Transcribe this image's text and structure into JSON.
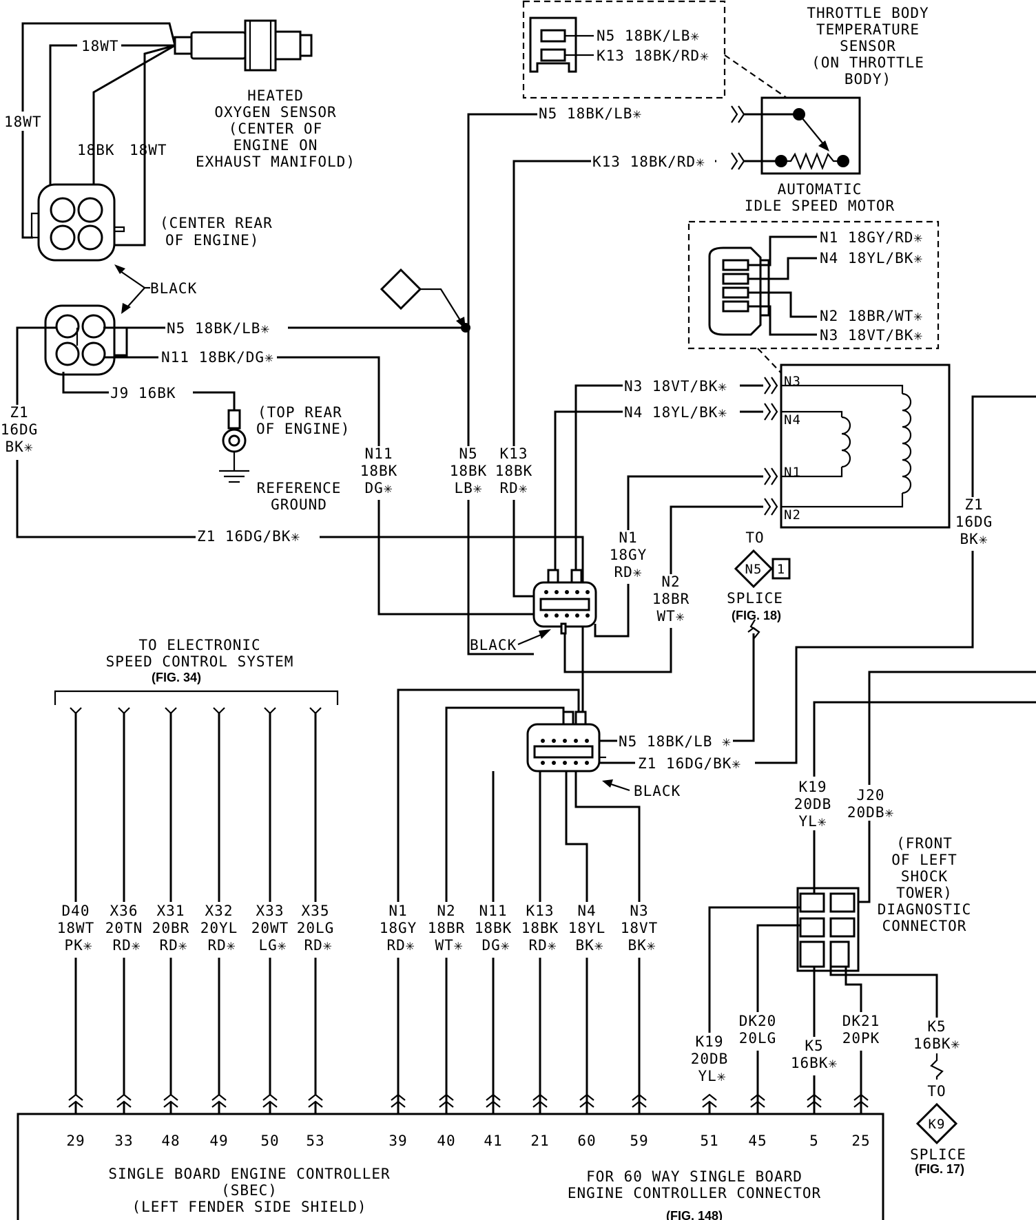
{
  "components": {
    "o2_sensor": {
      "lines": [
        "HEATED",
        "OXYGEN SENSOR",
        "(CENTER OF",
        "ENGINE ON",
        "EXHAUST MANIFOLD)"
      ]
    },
    "o2_conn_location": {
      "lines": [
        "(CENTER REAR",
        "OF ENGINE)"
      ]
    },
    "black_upper": "BLACK",
    "tb_temp_sensor": {
      "lines": [
        "THROTTLE BODY",
        "TEMPERATURE",
        "SENSOR",
        "(ON THROTTLE",
        "BODY)"
      ]
    },
    "idle_motor": {
      "lines": [
        "AUTOMATIC",
        "IDLE SPEED MOTOR"
      ]
    },
    "ref_ground_loc": {
      "lines": [
        "(TOP REAR",
        "OF ENGINE)"
      ]
    },
    "ref_ground": {
      "lines": [
        "REFERENCE",
        "GROUND"
      ]
    },
    "black_mid": "BLACK",
    "black_lower": "BLACK",
    "to_speed_control": {
      "lines": [
        "TO ELECTRONIC",
        "SPEED CONTROL SYSTEM"
      ],
      "fig": "(FIG. 34)"
    },
    "splice_n5": {
      "to": "TO",
      "id": "N5",
      "pin": "1",
      "label": "SPLICE",
      "fig": "(FIG. 18)"
    },
    "splice_k9": {
      "to": "TO",
      "id": "K9",
      "label": "SPLICE",
      "fig": "(FIG. 17)"
    },
    "n5_node": "N5",
    "diag_conn": {
      "lines": [
        "(FRONT",
        "OF LEFT",
        "SHOCK",
        "TOWER)",
        "DIAGNOSTIC",
        "CONNECTOR"
      ]
    },
    "sbec": {
      "lines": [
        "SINGLE BOARD ENGINE CONTROLLER",
        "(SBEC)",
        "(LEFT FENDER SIDE SHIELD)"
      ]
    },
    "sbec_conn": {
      "lines": [
        "FOR 60 WAY SINGLE BOARD",
        "ENGINE CONTROLLER CONNECTOR"
      ],
      "fig": "(FIG. 148)"
    }
  },
  "wire_labels": {
    "o2_top": "18WT",
    "o2_left": "18WT",
    "o2_bk": "18BK",
    "o2_wt": "18WT",
    "tb_n5": "N5 18BK/LB✳",
    "tb_k13": "K13 18BK/RD✳",
    "tb_conn_n5": "N5 18BK/LB✳",
    "tb_conn_k13": "K13 18BK/RD✳",
    "ism_n1": "N1 18GY/RD✳",
    "ism_n4": "N4 18YL/BK✳",
    "ism_n2": "N2 18BR/WT✳",
    "ism_n3": "N3 18VT/BK✳",
    "conn_n5": "N5 18BK/LB✳",
    "conn_n11": "N11 18BK/DG✳",
    "conn_j9": "J9 16BK",
    "z1_left": [
      "Z1",
      "16DG",
      "BK✳"
    ],
    "z1_horiz": "Z1 16DG/BK✳",
    "n11_vert": [
      "N11",
      "18BK",
      "DG✳"
    ],
    "n5_vert": [
      "N5",
      "18BK",
      "LB✳"
    ],
    "k13_vert": [
      "K13",
      "18BK",
      "RD✳"
    ],
    "mid_n3": "N3 18VT/BK✳",
    "mid_n4": "N4 18YL/BK✳",
    "n1_vert": [
      "N1",
      "18GY",
      "RD✳"
    ],
    "n2_vert": [
      "N2",
      "18BR",
      "WT✳"
    ],
    "z1_right": [
      "Z1",
      "16DG",
      "BK✳"
    ],
    "lc_n5": "N5 18BK/LB ✳",
    "lc_z1": "Z1 16DG/BK✳",
    "k19_upper": [
      "K19",
      "20DB",
      "YL✳"
    ],
    "j20_upper": [
      "J20",
      "20DB✳"
    ],
    "k5_right": [
      "K5",
      "16BK✳"
    ],
    "motor_n3": "N3",
    "motor_n4": "N4",
    "motor_n1": "N1",
    "motor_n2": "N2"
  },
  "sbec_pins": [
    {
      "wire": [
        "D40",
        "18WT",
        "PK✳"
      ],
      "pin": "29"
    },
    {
      "wire": [
        "X36",
        "20TN",
        "RD✳"
      ],
      "pin": "33"
    },
    {
      "wire": [
        "X31",
        "20BR",
        "RD✳"
      ],
      "pin": "48"
    },
    {
      "wire": [
        "X32",
        "20YL",
        "RD✳"
      ],
      "pin": "49"
    },
    {
      "wire": [
        "X33",
        "20WT",
        "LG✳"
      ],
      "pin": "50"
    },
    {
      "wire": [
        "X35",
        "20LG",
        "RD✳"
      ],
      "pin": "53"
    },
    {
      "wire": [
        "N1",
        "18GY",
        "RD✳"
      ],
      "pin": "39"
    },
    {
      "wire": [
        "N2",
        "18BR",
        "WT✳"
      ],
      "pin": "40"
    },
    {
      "wire": [
        "N11",
        "18BK",
        "DG✳"
      ],
      "pin": "41"
    },
    {
      "wire": [
        "K13",
        "18BK",
        "RD✳"
      ],
      "pin": "21"
    },
    {
      "wire": [
        "N4",
        "18YL",
        "BK✳"
      ],
      "pin": "60"
    },
    {
      "wire": [
        "N3",
        "18VT",
        "BK✳"
      ],
      "pin": "59"
    },
    {
      "wire": [
        "K19",
        "20DB",
        "YL✳"
      ],
      "pin": "51"
    },
    {
      "wire": [
        "DK20",
        "20LG"
      ],
      "pin": "45"
    },
    {
      "wire": [
        "K5",
        "16BK✳"
      ],
      "pin": "5"
    },
    {
      "wire": [
        "DK21",
        "20PK"
      ],
      "pin": "25"
    }
  ]
}
